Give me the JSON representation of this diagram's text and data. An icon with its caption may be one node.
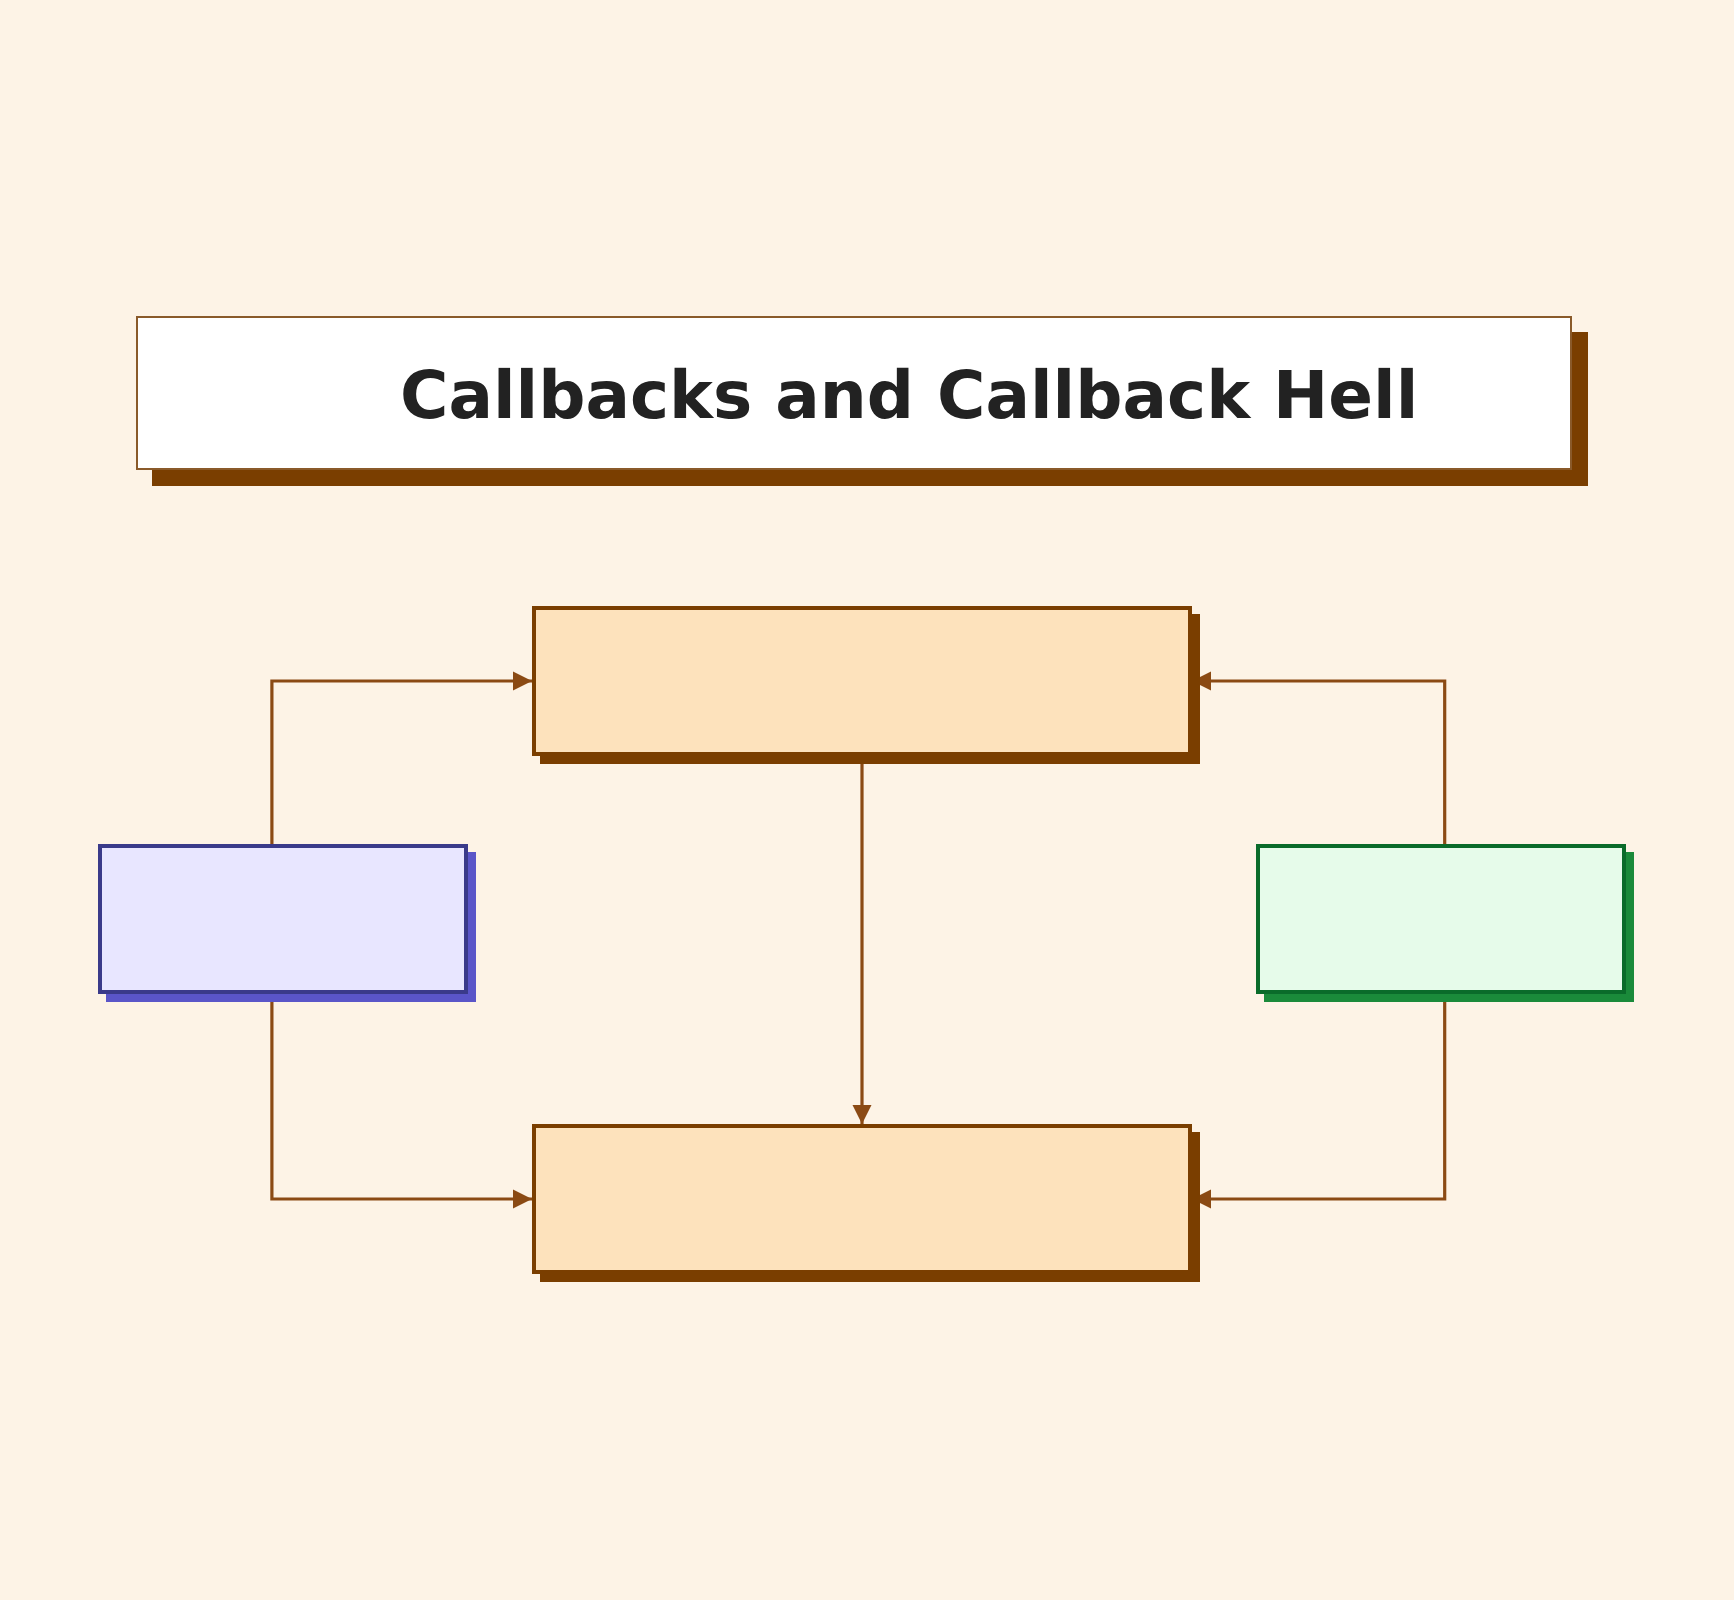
{
  "diagram": {
    "title": "Callbacks and Callback Hell",
    "nodes": [
      {
        "text": [],
        "shape": "box"
      },
      {
        "text": [],
        "shape": "box"
      },
      {
        "text": [],
        "shape": "box"
      },
      {
        "text": [],
        "shape": "box"
      }
    ],
    "edges": [
      {
        "from": 1,
        "to": 0,
        "arrow": "to"
      },
      {
        "from": 2,
        "to": 0,
        "arrow": "to"
      },
      {
        "from": 0,
        "to": 3,
        "arrow": "to"
      },
      {
        "from": 1,
        "to": 3,
        "arrow": "to"
      },
      {
        "from": 2,
        "to": 3,
        "arrow": "to"
      }
    ]
  }
}
